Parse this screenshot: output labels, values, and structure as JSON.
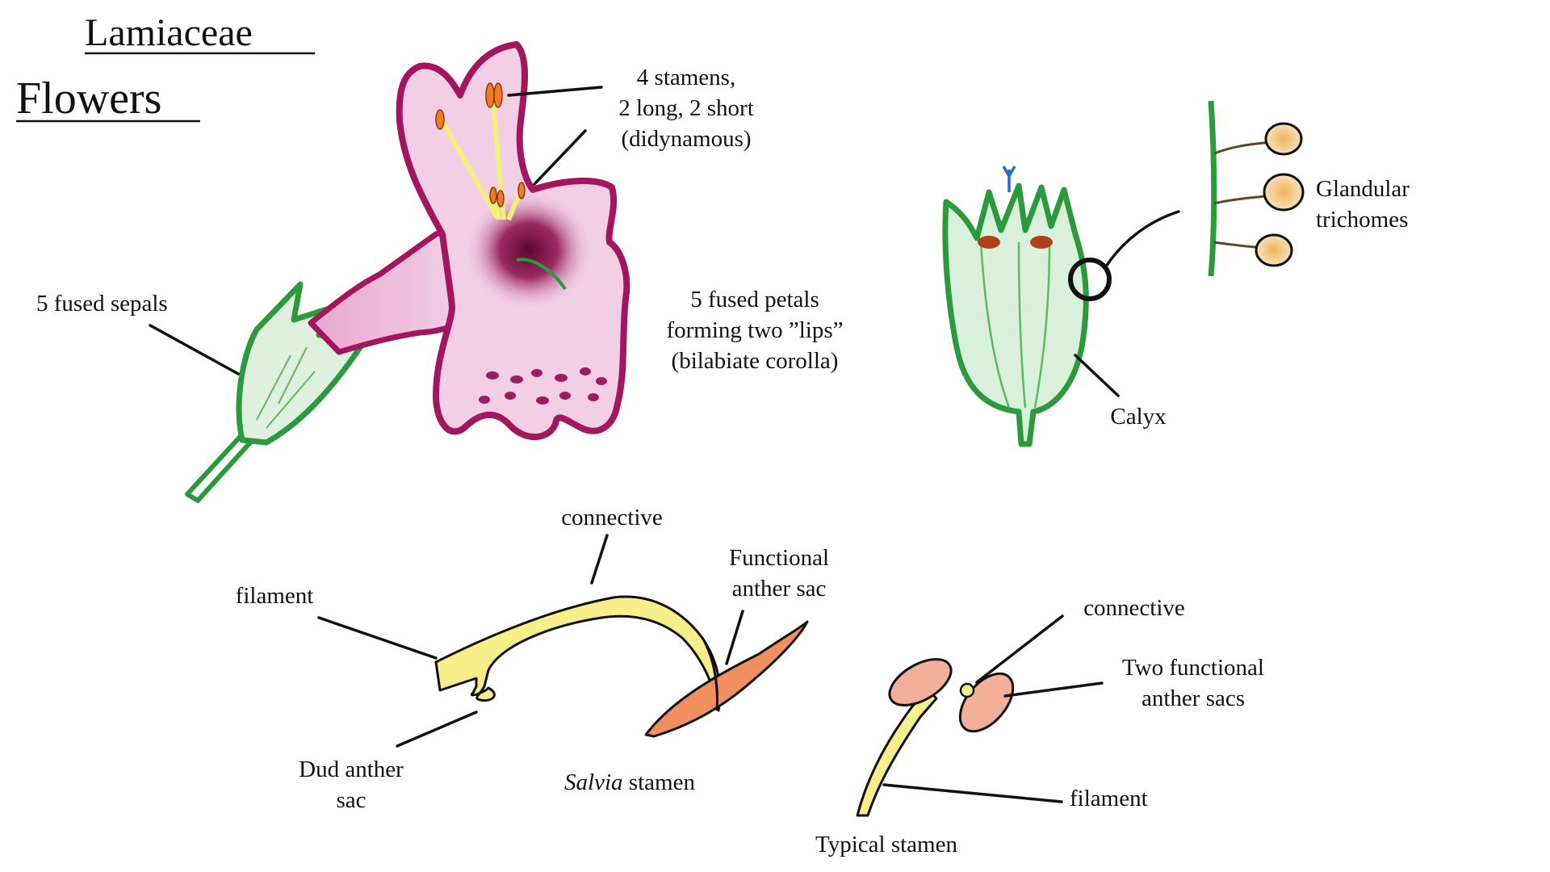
{
  "title": {
    "line1": "Lamiaceae",
    "line2": "Flowers"
  },
  "labels": {
    "stamens_1": "4 stamens,",
    "stamens_2": "2 long, 2 short",
    "stamens_3": "(didynamous)",
    "sepals": "5 fused sepals",
    "petals_1": "5 fused petals",
    "petals_2": "forming two ”lips”",
    "petals_3": "(bilabiate corolla)",
    "glandular_1": "Glandular",
    "glandular_2": "trichomes",
    "calyx": "Calyx",
    "connective_salvia": "connective",
    "filament_salvia": "filament",
    "functional_1": "Functional",
    "functional_2": "anther sac",
    "dud_1": "Dud anther",
    "dud_2": "sac",
    "salvia_italic": "Salvia",
    "salvia_rest": " stamen",
    "connective_typical": "connective",
    "two_functional_1": "Two functional",
    "two_functional_2": "anther sacs",
    "filament_typical": "filament",
    "typical": "Typical stamen"
  },
  "colors": {
    "corolla_outline": "#a3165f",
    "corolla_fill": "#f3cfe6",
    "throat": "#6e0c3b",
    "sepal_green": "#2a9a3a",
    "calyx_fill": "#d9f0db",
    "anther_orange": "#f07a2a",
    "filament_yellow": "#f6ee7a",
    "anther_sac_salmon": "#f2a58c",
    "trichome_head": "#f2d9a8"
  }
}
